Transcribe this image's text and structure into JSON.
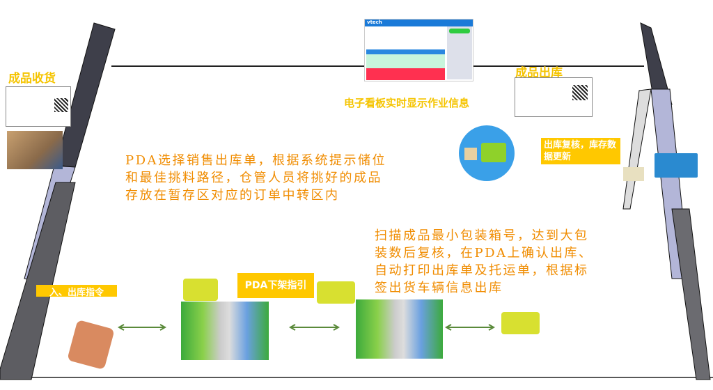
{
  "labels": {
    "receiving_title": "成品收货",
    "shipping_title": "成品出库",
    "dashboard_caption": "电子看板实时显示作业信息",
    "instruction_tag": "入、出库指令",
    "pda_tag": "PDA下架指引",
    "recheck_tag": "出库复核，库存数据更新"
  },
  "paragraphs": {
    "picking": [
      "PDA选择销售出库单，根据系统提示储位",
      "和最佳挑料路径，仓管人员将挑好的成品",
      "存放在暂存区对应的订单中转区内"
    ],
    "scanning": [
      "扫描成品最小包装箱号，达到大包",
      "装数后复核，在PDA上确认出库、",
      "自动打印出库单及托运单，根据标",
      "签出货车辆信息出库"
    ]
  },
  "dashboard": {
    "logo": "vtech"
  },
  "colors": {
    "accent_yellow": "#ffc800",
    "text_orange": "#f08c00",
    "arrow_green": "#5a8a3a"
  }
}
